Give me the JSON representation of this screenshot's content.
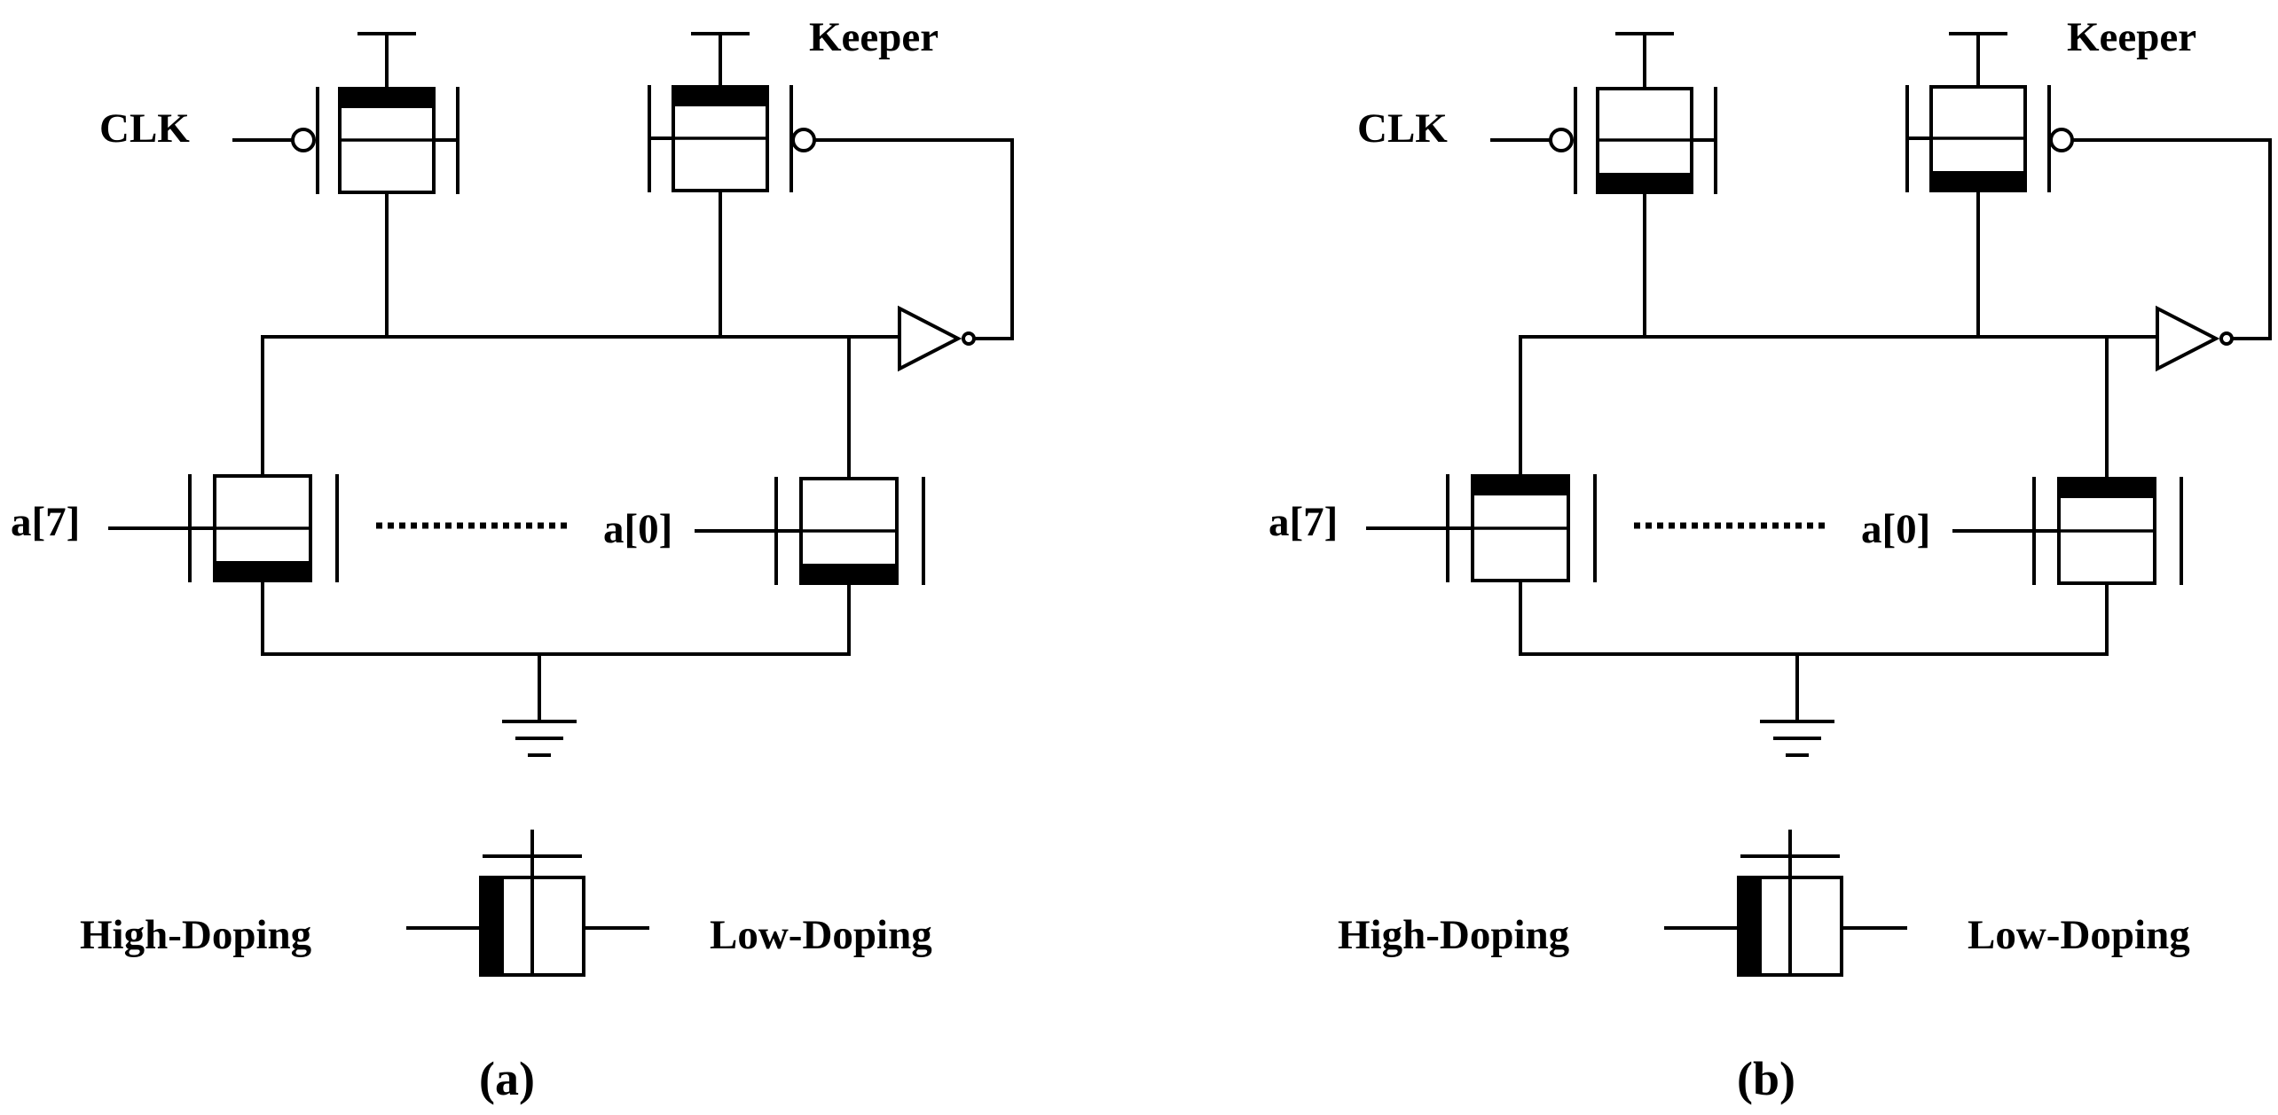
{
  "panels": [
    {
      "id": "a",
      "caption": "(a)",
      "clk_label": "CLK",
      "keeper_label": "Keeper",
      "input_top": "a[7]",
      "input_bottom": "a[0]",
      "legend_left": "High-Doping",
      "legend_right": "Low-Doping",
      "pmos_doping_side": "top",
      "nmos_doping_side": "bottom"
    },
    {
      "id": "b",
      "caption": "(b)",
      "clk_label": "CLK",
      "keeper_label": "Keeper",
      "input_top": "a[7]",
      "input_bottom": "a[0]",
      "legend_left": "High-Doping",
      "legend_right": "Low-Doping",
      "pmos_doping_side": "bottom",
      "nmos_doping_side": "top"
    }
  ]
}
